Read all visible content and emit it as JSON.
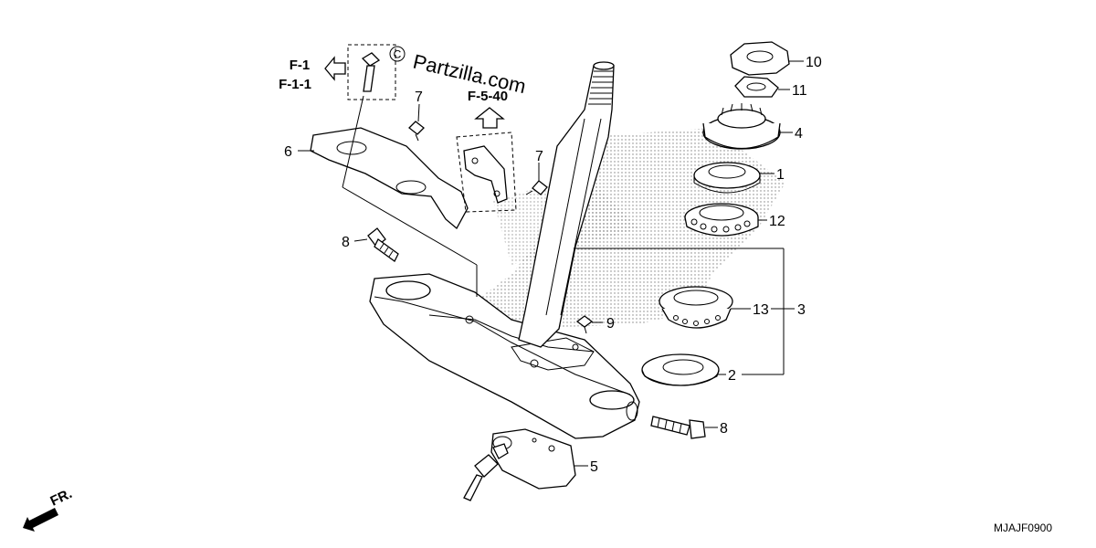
{
  "watermark": {
    "symbol": "C",
    "text": "Partzilla.com"
  },
  "diagram_code": "MJAJF0900",
  "direction_label": "FR.",
  "references": {
    "left_top": "F-1",
    "left_bottom": "F-1-1",
    "middle": "F-5-40"
  },
  "callouts": [
    {
      "id": "c10",
      "label": "10"
    },
    {
      "id": "c11",
      "label": "11"
    },
    {
      "id": "c4",
      "label": "4"
    },
    {
      "id": "c1",
      "label": "1"
    },
    {
      "id": "c12",
      "label": "12"
    },
    {
      "id": "c13",
      "label": "13"
    },
    {
      "id": "c3",
      "label": "3"
    },
    {
      "id": "c2",
      "label": "2"
    },
    {
      "id": "c9",
      "label": "9"
    },
    {
      "id": "c8a",
      "label": "8"
    },
    {
      "id": "c8b",
      "label": "8"
    },
    {
      "id": "c7a",
      "label": "7"
    },
    {
      "id": "c7b",
      "label": "7"
    },
    {
      "id": "c6",
      "label": "6"
    },
    {
      "id": "c5",
      "label": "5"
    }
  ]
}
